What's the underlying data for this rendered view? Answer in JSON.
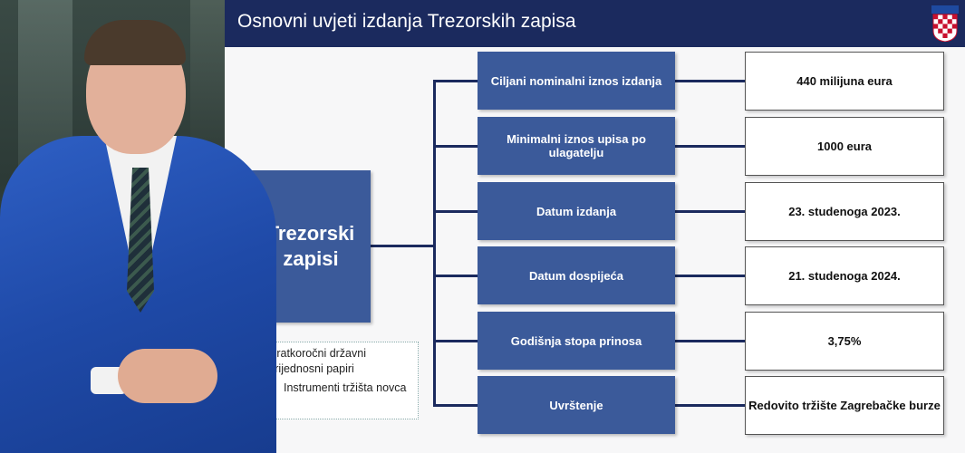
{
  "header": {
    "title": "Osnovni uvjeti izdanja Trezorskih zapisa"
  },
  "main_box": {
    "line1": "Trezorski",
    "line2": "zapisi"
  },
  "rows": [
    {
      "label": "Ciljani nominalni iznos izdanja",
      "value": "440 milijuna eura"
    },
    {
      "label": "Minimalni iznos upisa po ulagatelju",
      "value": "1000 eura"
    },
    {
      "label": "Datum izdanja",
      "value": "23. studenoga 2023."
    },
    {
      "label": "Datum dospijeća",
      "value": "21. studenoga 2024."
    },
    {
      "label": "Godišnja stopa prinosa",
      "value": "3,75%"
    },
    {
      "label": "Uvrštenje",
      "value": "Redovito tržište Zagrebačke burze"
    }
  ],
  "note": {
    "line1": "Kratkoročni državni vrijednosni papiri",
    "bullet": "Instrumenti tržišta novca"
  },
  "colors": {
    "header": "#1b2a5e",
    "box": "#3b5a9a",
    "suit": "#1f4aa8"
  },
  "icons": {
    "crest": "croatian-coat-of-arms-icon"
  }
}
